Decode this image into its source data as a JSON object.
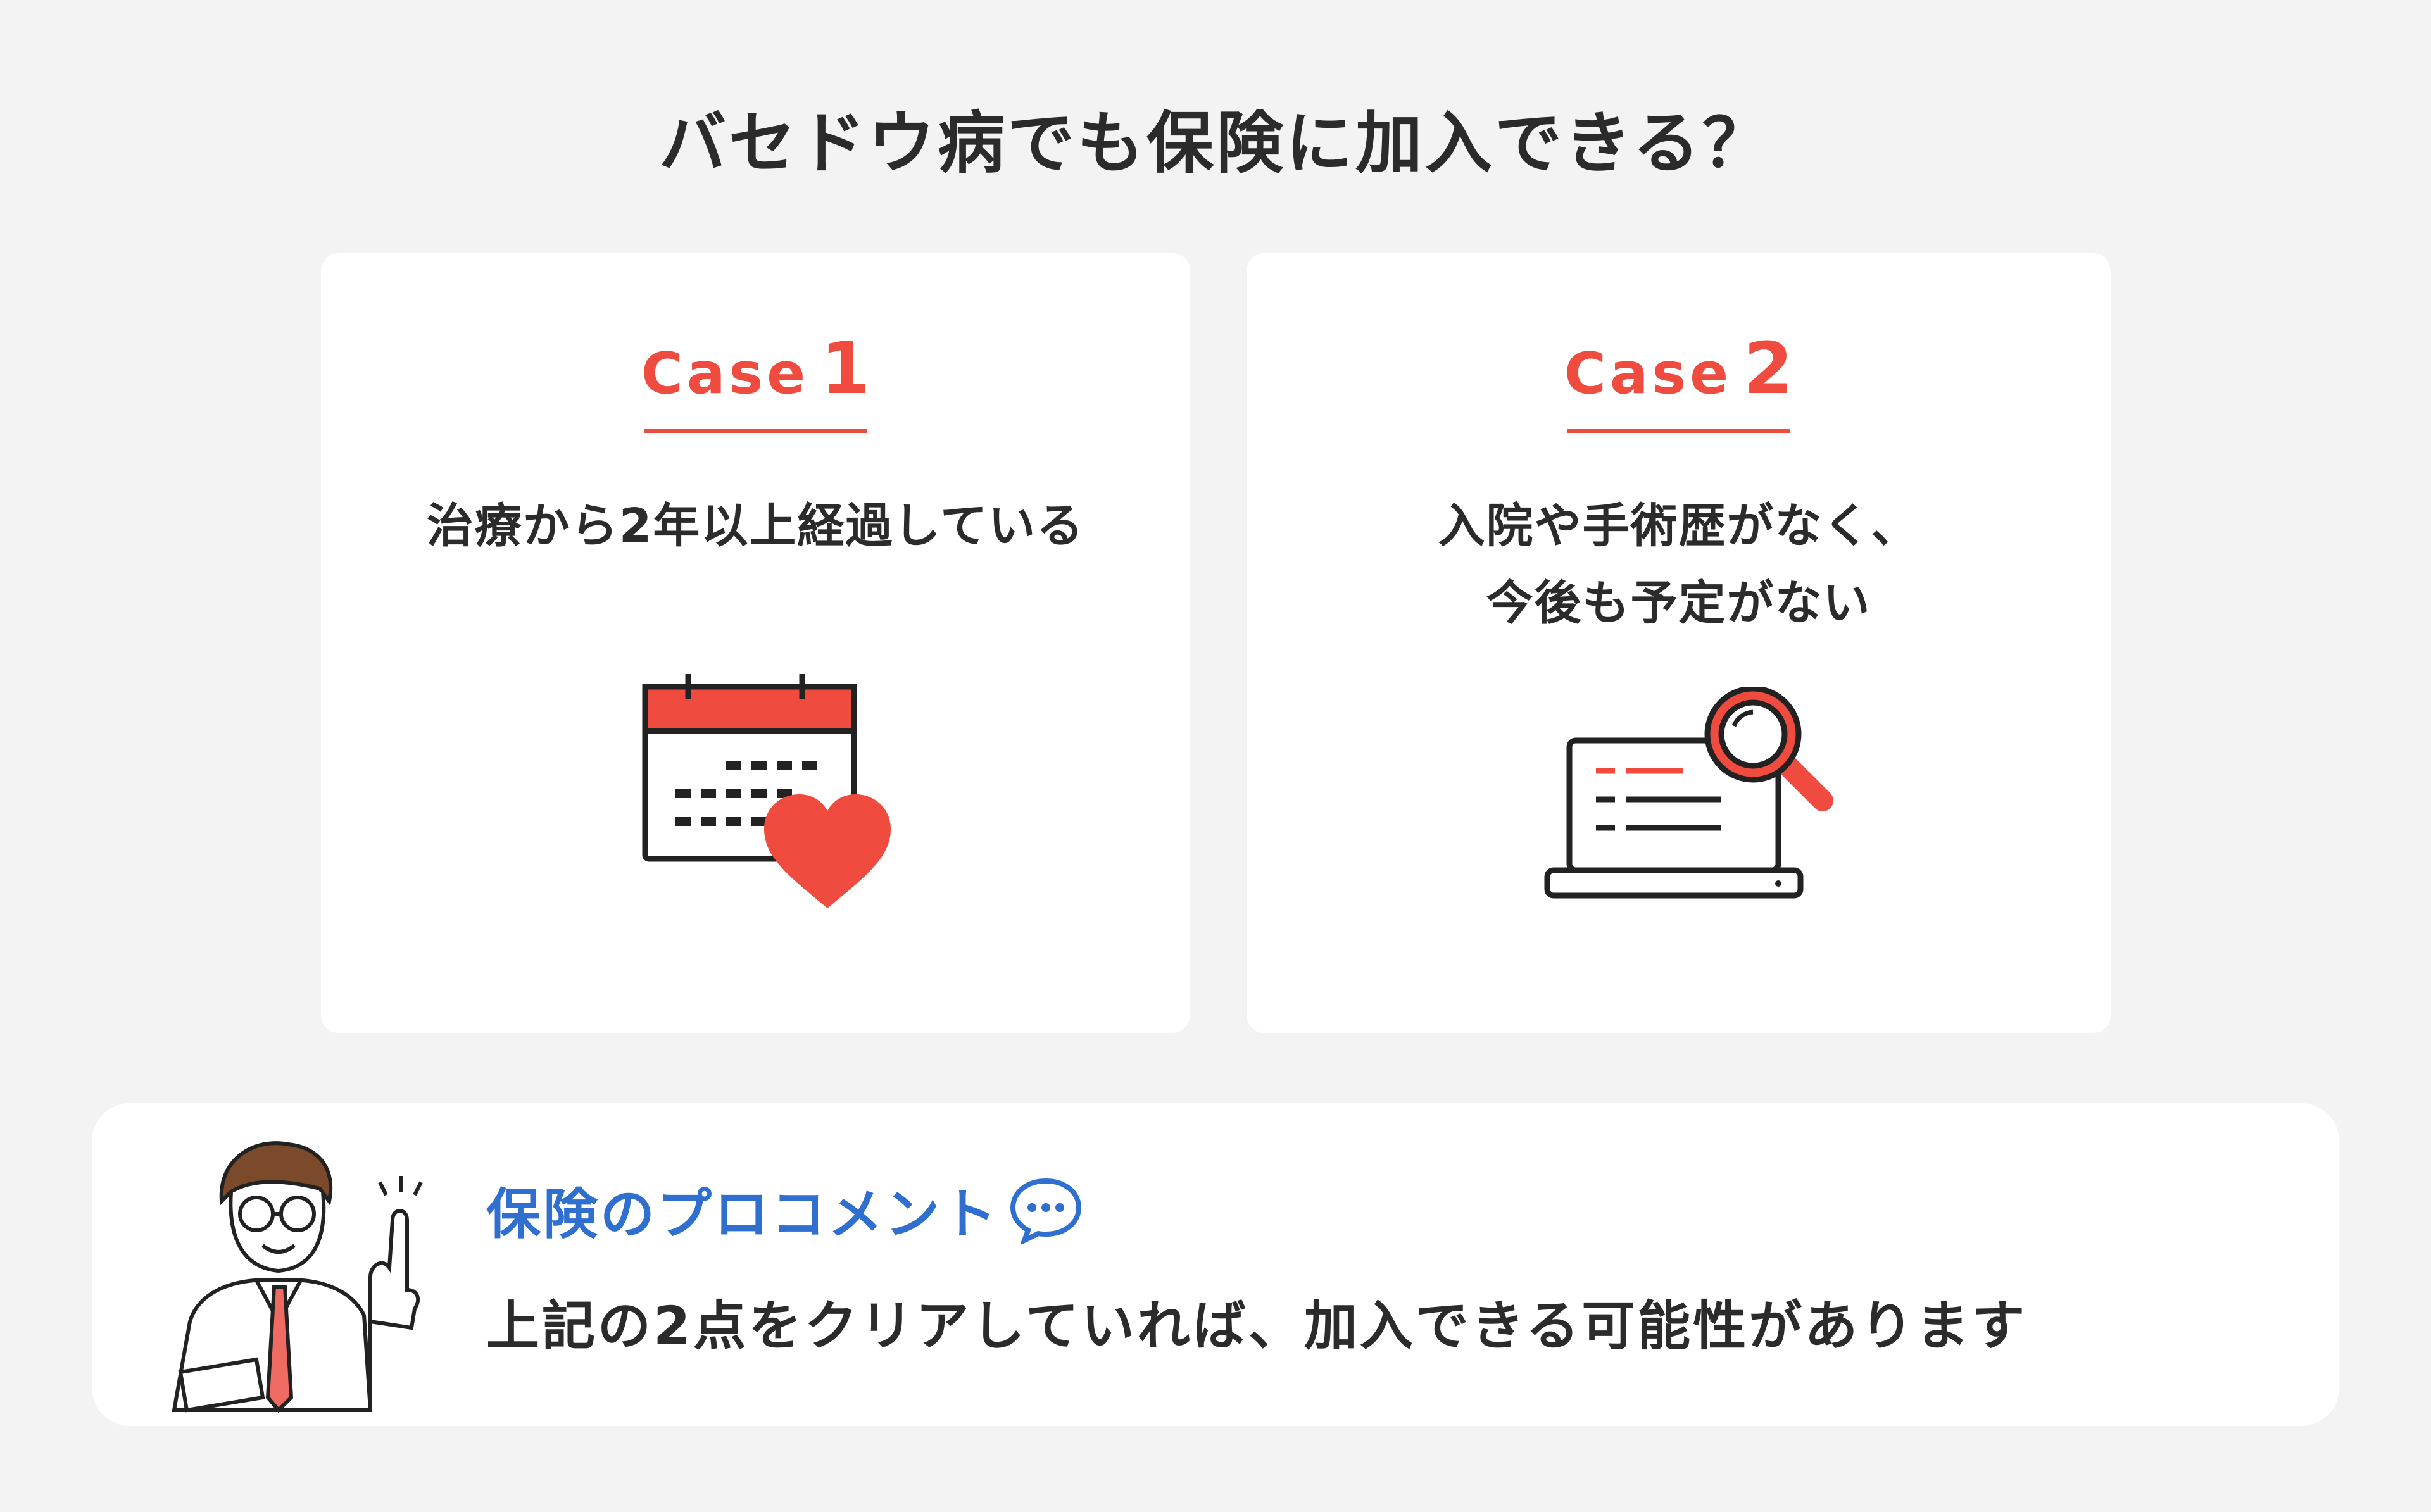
{
  "title": "バセドウ病でも保険に加入できる？",
  "cases": [
    {
      "word": "Case",
      "number": "1",
      "description": [
        "治療から2年以上経過している"
      ]
    },
    {
      "word": "Case",
      "number": "2",
      "description": [
        "入院や手術歴がなく、",
        "今後も予定がない"
      ]
    }
  ],
  "comment": {
    "heading": "保険のプロコメント",
    "text": "上記の2点をクリアしていれば、加入できる可能性があります"
  },
  "colors": {
    "accent": "#ef4b3f",
    "blue": "#2e6fd0",
    "background": "#f3f3f3",
    "text": "#2b2b2b"
  },
  "icons": [
    "calendar-heart-icon",
    "laptop-search-icon",
    "doctor-illustration",
    "speech-bubble-icon"
  ]
}
